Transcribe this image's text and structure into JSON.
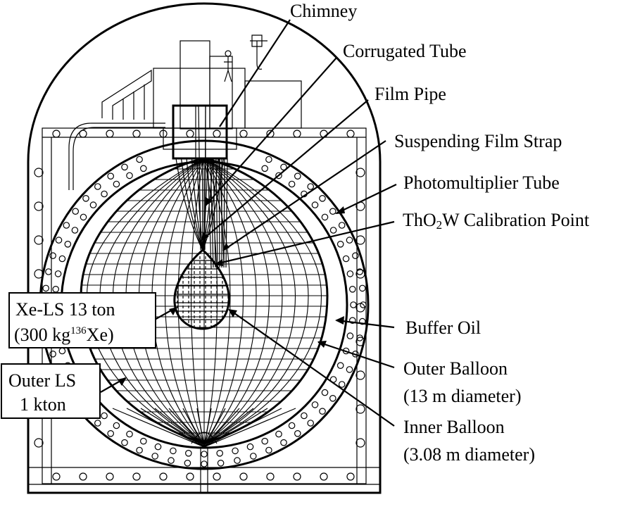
{
  "diagram": {
    "labels": {
      "chimney": "Chimney",
      "corrugated_tube": "Corrugated Tube",
      "film_pipe": "Film Pipe",
      "suspending_film_strap": "Suspending Film Strap",
      "photomultiplier_tube": "Photomultiplier Tube",
      "calibration_point": {
        "prefix": "ThO",
        "subscript": "2",
        "suffix": "W Calibration Point"
      },
      "buffer_oil": "Buffer Oil",
      "outer_balloon": {
        "line1": "Outer Balloon",
        "line2": "(13 m diameter)"
      },
      "inner_balloon": {
        "line1": "Inner Balloon",
        "line2": "(3.08 m diameter)"
      },
      "xe_ls": {
        "line1": "Xe-LS 13 ton",
        "line2_prefix": "(300 kg",
        "line2_superscript": "136",
        "line2_suffix": "Xe)"
      },
      "outer_ls": {
        "line1": "Outer LS",
        "line2": "1 kton"
      }
    },
    "colors": {
      "ink": "#000000",
      "background": "#ffffff"
    }
  }
}
